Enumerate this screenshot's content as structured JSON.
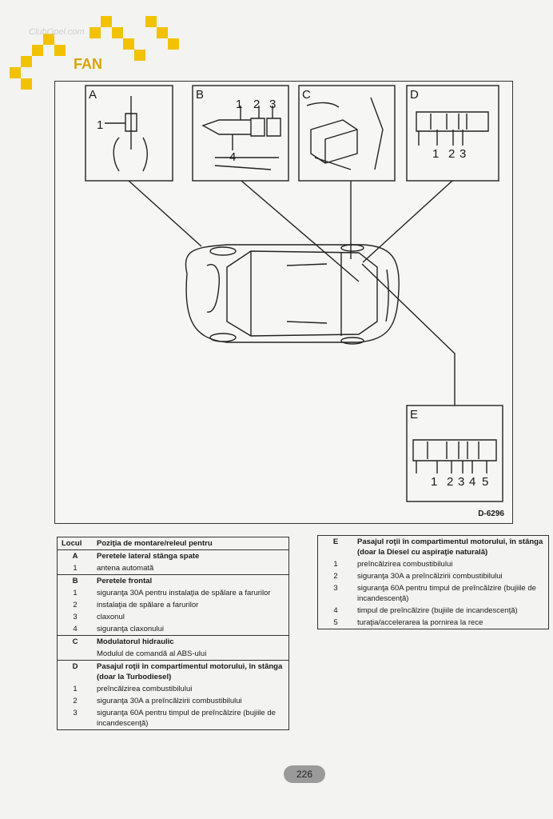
{
  "logo": {
    "brand": "FAN",
    "site": "ClubOpel.com"
  },
  "diagram": {
    "code": "D-6296",
    "insets": [
      {
        "label": "A",
        "callouts": [
          "1"
        ]
      },
      {
        "label": "B",
        "callouts": [
          "1",
          "2",
          "3",
          "4"
        ]
      },
      {
        "label": "C",
        "callouts": []
      },
      {
        "label": "D",
        "callouts": [
          "1",
          "2",
          "3"
        ]
      },
      {
        "label": "E",
        "callouts": [
          "1",
          "2",
          "3",
          "4",
          "5"
        ]
      }
    ]
  },
  "table_left": {
    "headers": [
      "Locul",
      "Poziţia de montare/releul pentru"
    ],
    "rows": [
      {
        "k": "A",
        "v": "Peretele lateral stânga spate",
        "bold": true
      },
      {
        "k": "1",
        "v": "antena automată"
      },
      {
        "k": "B",
        "v": "Peretele frontal",
        "bold": true
      },
      {
        "k": "1",
        "v": "siguranţa 30A pentru instalaţia de spălare a farurilor"
      },
      {
        "k": "2",
        "v": "instalaţia de spălare a farurilor"
      },
      {
        "k": "3",
        "v": "claxonul"
      },
      {
        "k": "4",
        "v": "siguranţa claxonului"
      },
      {
        "k": "C",
        "v": "Modulatorul hidraulic",
        "bold": true
      },
      {
        "k": "",
        "v": "Modulul de comandă al ABS-ului"
      },
      {
        "k": "D",
        "v": "Pasajul roţii în compartimentul motorului, în stânga (doar la Turbodiesel)",
        "bold": true
      },
      {
        "k": "1",
        "v": "preîncălzirea combustibilului"
      },
      {
        "k": "2",
        "v": "siguranţa 30A a preîncălzirii combustibilului"
      },
      {
        "k": "3",
        "v": "siguranţa 60A pentru timpul de preîncălzire (bujiile de incandescenţă)"
      }
    ]
  },
  "table_right": {
    "rows": [
      {
        "k": "E",
        "v": "Pasajul roţii în compartimentul motorului, în stânga (doar la Diesel cu aspiraţie naturală)",
        "bold": true
      },
      {
        "k": "1",
        "v": "preîncălzirea combustibilului"
      },
      {
        "k": "2",
        "v": "siguranţa 30A a preîncălzirii combustibilului"
      },
      {
        "k": "3",
        "v": "siguranţa 60A pentru timpul de preîncălzire (bujiile de incandescenţă)"
      },
      {
        "k": "4",
        "v": "timpul de preîncălzire (bujiile de incandescenţă)"
      },
      {
        "k": "5",
        "v": "turaţia/accelerarea la pornirea la rece"
      }
    ]
  },
  "page_number": "226",
  "colors": {
    "logo_yellow": "#f2c200",
    "ink": "#1a1a1a"
  }
}
